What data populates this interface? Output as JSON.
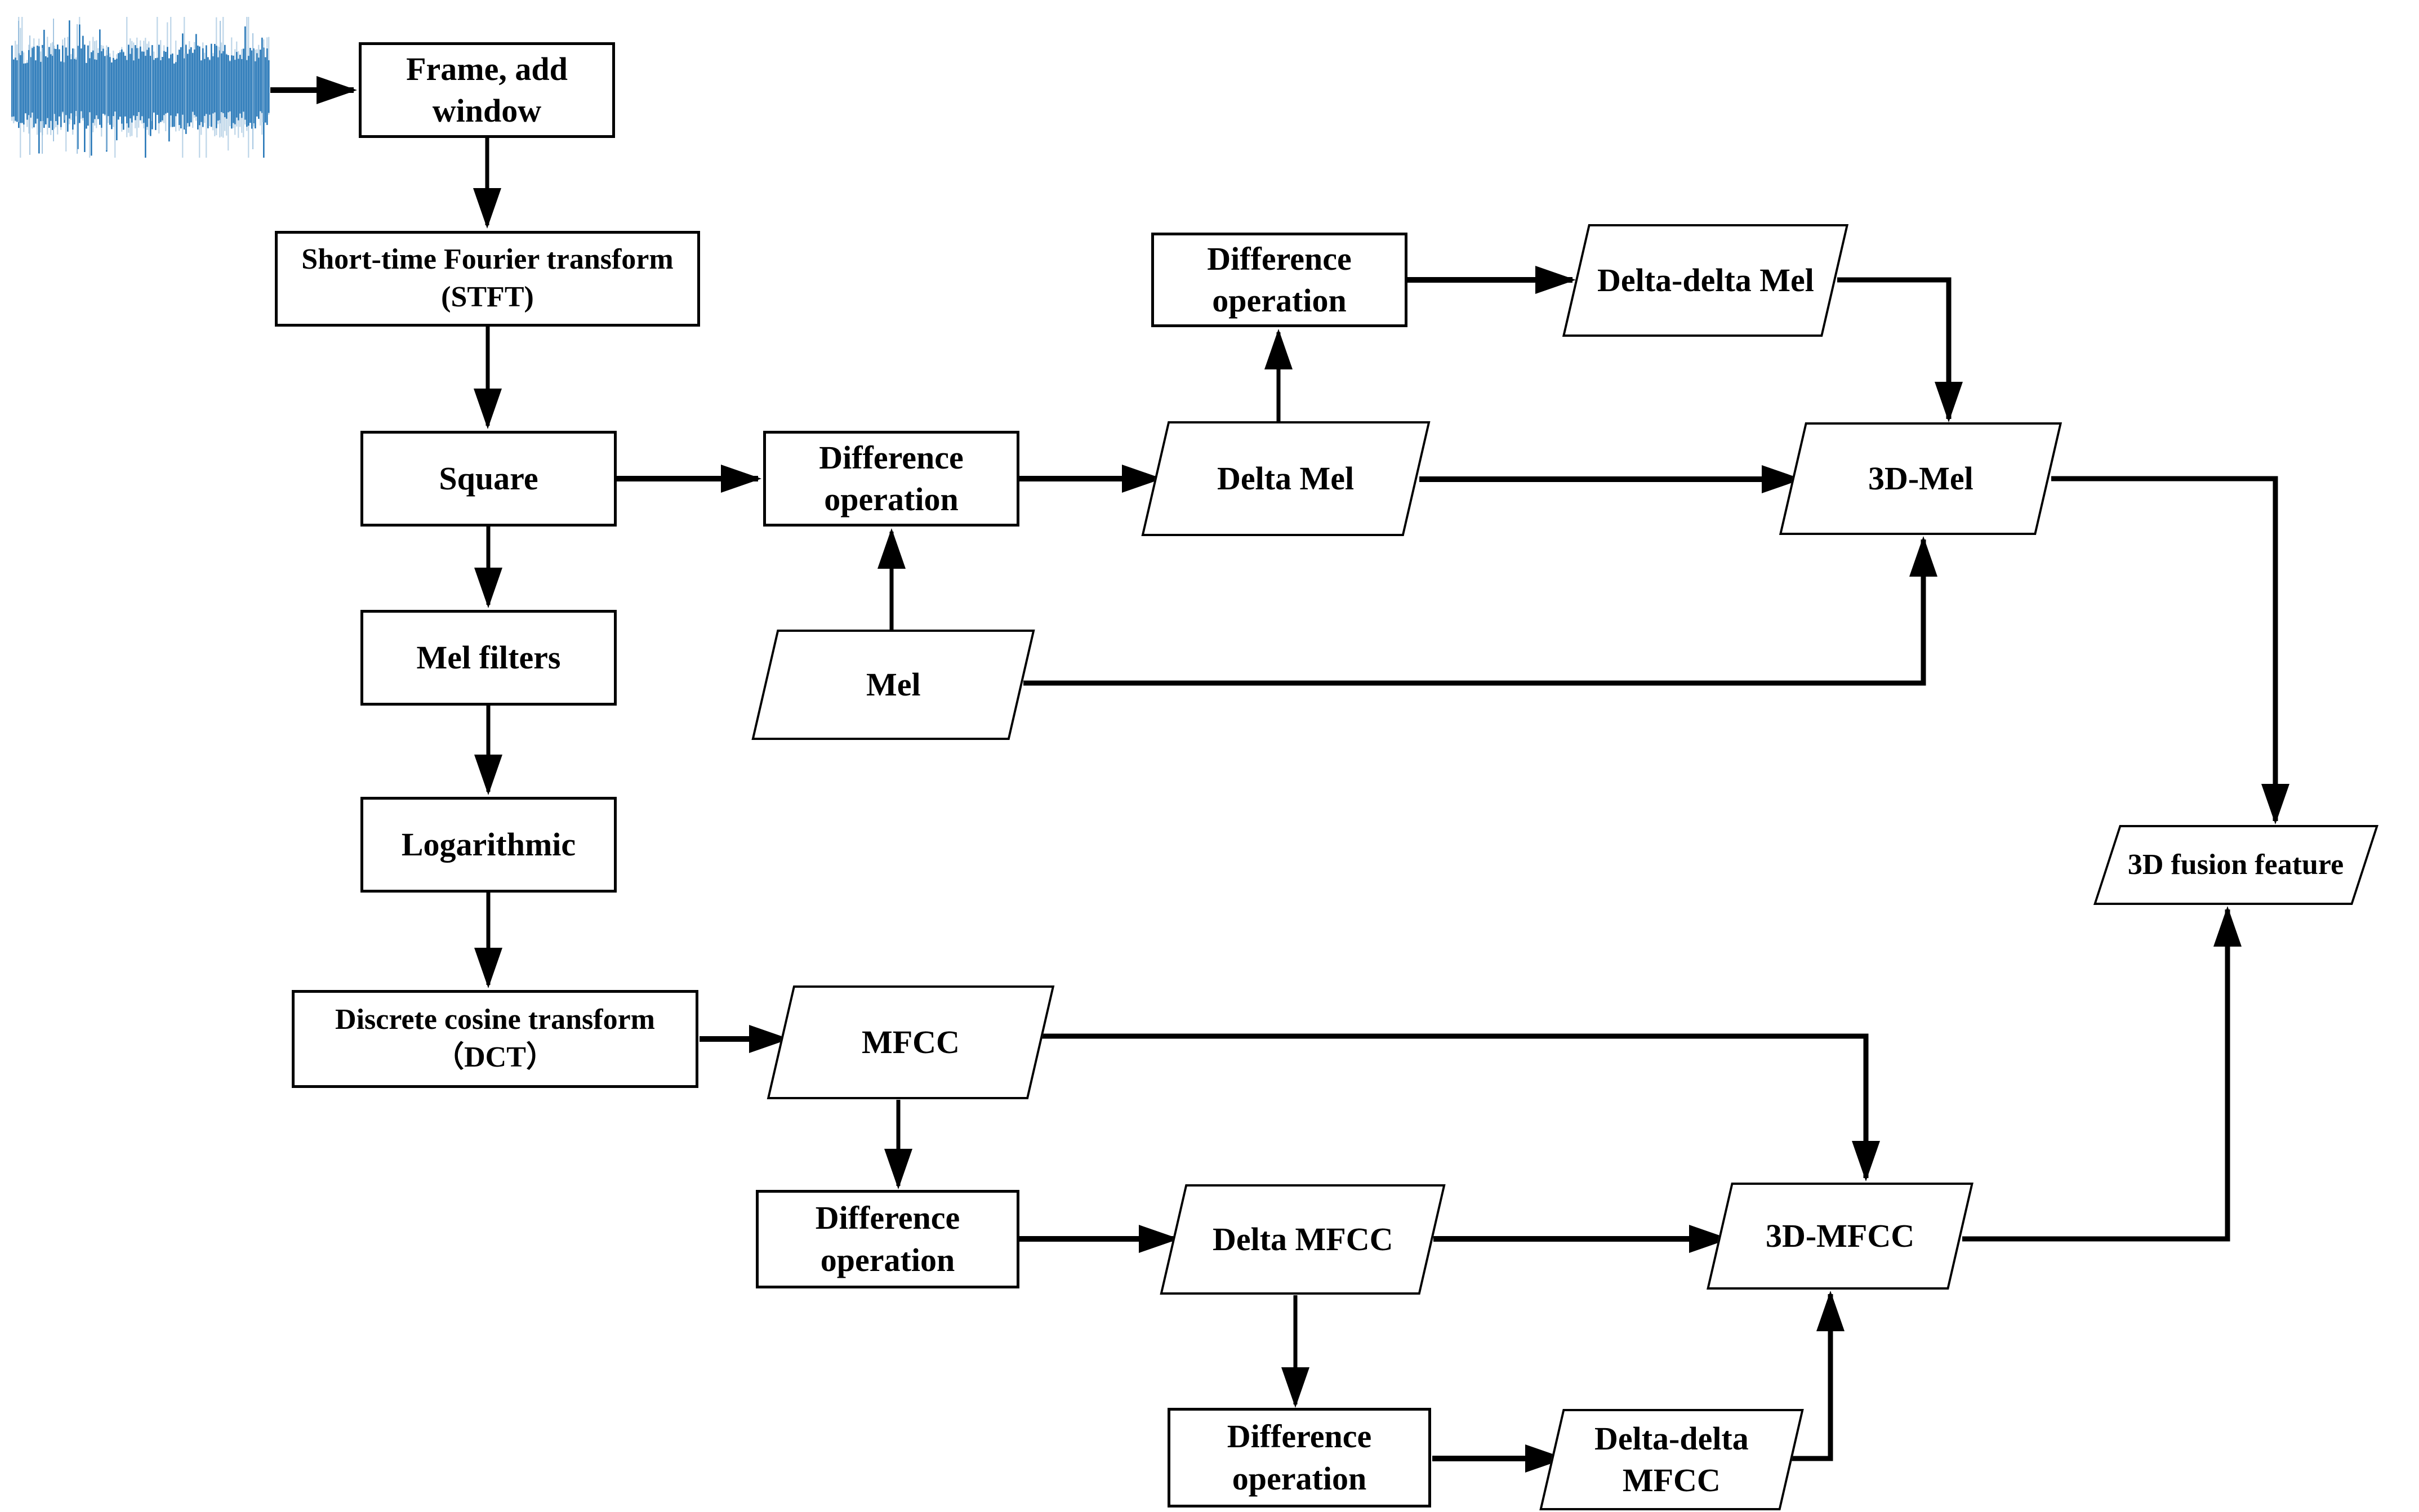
{
  "figure": {
    "type": "flowchart",
    "background": "#ffffff",
    "line_color": "#000000",
    "waveform": {
      "name": "audio-waveform",
      "color": "#2878b8",
      "color_light": "#8fb8d9"
    },
    "nodes": {
      "frame_window": {
        "shape": "rect",
        "label": "Frame, add\nwindow"
      },
      "stft": {
        "shape": "rect",
        "label": "Short-time Fourier transform\n(STFT)"
      },
      "square": {
        "shape": "rect",
        "label": "Square"
      },
      "diff_mel_mid": {
        "shape": "rect",
        "label": "Difference\noperation"
      },
      "diff_mel_top": {
        "shape": "rect",
        "label": "Difference\noperation"
      },
      "delta_mel": {
        "shape": "parallelogram",
        "label": "Delta Mel"
      },
      "delta_delta_mel": {
        "shape": "parallelogram",
        "label": "Delta-delta Mel"
      },
      "three_d_mel": {
        "shape": "parallelogram",
        "label": "3D-Mel"
      },
      "mel_filters": {
        "shape": "rect",
        "label": "Mel filters"
      },
      "mel": {
        "shape": "parallelogram",
        "label": "Mel"
      },
      "logarithmic": {
        "shape": "rect",
        "label": "Logarithmic"
      },
      "dct": {
        "shape": "rect",
        "label": "Discrete cosine transform\n（DCT）"
      },
      "mfcc": {
        "shape": "parallelogram",
        "label": "MFCC"
      },
      "diff_mfcc_mid": {
        "shape": "rect",
        "label": "Difference\noperation"
      },
      "delta_mfcc": {
        "shape": "parallelogram",
        "label": "Delta MFCC"
      },
      "diff_mfcc_bottom": {
        "shape": "rect",
        "label": "Difference\noperation"
      },
      "delta_delta_mfcc": {
        "shape": "parallelogram",
        "label": "Delta-delta\nMFCC"
      },
      "three_d_mfcc": {
        "shape": "parallelogram",
        "label": "3D-MFCC"
      },
      "fusion": {
        "shape": "parallelogram",
        "label": "3D fusion feature"
      }
    },
    "edges": [
      {
        "from": "waveform",
        "to": "frame_window"
      },
      {
        "from": "frame_window",
        "to": "stft"
      },
      {
        "from": "stft",
        "to": "square"
      },
      {
        "from": "square",
        "to": "mel_filters"
      },
      {
        "from": "mel_filters",
        "to": "logarithmic"
      },
      {
        "from": "logarithmic",
        "to": "dct"
      },
      {
        "from": "square",
        "to": "diff_mel_mid"
      },
      {
        "from": "diff_mel_mid",
        "to": "delta_mel"
      },
      {
        "from": "mel",
        "to": "diff_mel_mid"
      },
      {
        "from": "delta_mel",
        "to": "diff_mel_top"
      },
      {
        "from": "diff_mel_top",
        "to": "delta_delta_mel"
      },
      {
        "from": "delta_delta_mel",
        "to": "three_d_mel"
      },
      {
        "from": "delta_mel",
        "to": "three_d_mel"
      },
      {
        "from": "mel",
        "to": "three_d_mel"
      },
      {
        "from": "three_d_mel",
        "to": "fusion"
      },
      {
        "from": "dct",
        "to": "mfcc"
      },
      {
        "from": "mfcc",
        "to": "three_d_mfcc"
      },
      {
        "from": "mfcc",
        "to": "diff_mfcc_mid"
      },
      {
        "from": "diff_mfcc_mid",
        "to": "delta_mfcc"
      },
      {
        "from": "delta_mfcc",
        "to": "diff_mfcc_bottom"
      },
      {
        "from": "diff_mfcc_bottom",
        "to": "delta_delta_mfcc"
      },
      {
        "from": "delta_delta_mfcc",
        "to": "three_d_mfcc"
      },
      {
        "from": "delta_mfcc",
        "to": "three_d_mfcc"
      },
      {
        "from": "three_d_mfcc",
        "to": "fusion"
      }
    ]
  }
}
